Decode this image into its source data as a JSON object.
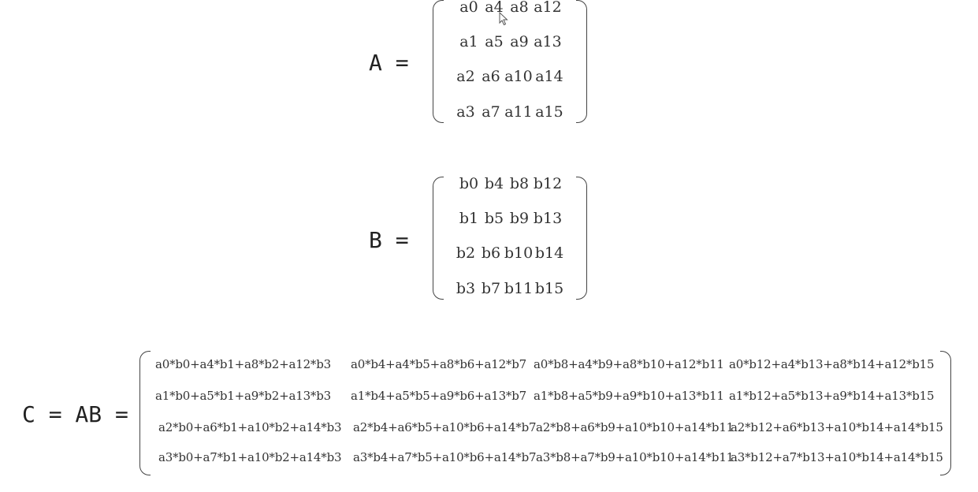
{
  "matrixA": {
    "label": "A =",
    "rows": [
      [
        "a0",
        "a4",
        "a8",
        "a12"
      ],
      [
        "a1",
        "a5",
        "a9",
        "a13"
      ],
      [
        "a2",
        "a6",
        "a10",
        "a14"
      ],
      [
        "a3",
        "a7",
        "a11",
        "a15"
      ]
    ]
  },
  "matrixB": {
    "label": "B =",
    "rows": [
      [
        "b0",
        "b4",
        "b8",
        "b12"
      ],
      [
        "b1",
        "b5",
        "b9",
        "b13"
      ],
      [
        "b2",
        "b6",
        "b10",
        "b14"
      ],
      [
        "b3",
        "b7",
        "b11",
        "b15"
      ]
    ]
  },
  "matrixC": {
    "label": "C = AB =",
    "rows": [
      [
        "a0*b0+a4*b1+a8*b2+a12*b3",
        "a0*b4+a4*b5+a8*b6+a12*b7",
        "a0*b8+a4*b9+a8*b10+a12*b11",
        "a0*b12+a4*b13+a8*b14+a12*b15"
      ],
      [
        "a1*b0+a5*b1+a9*b2+a13*b3",
        "a1*b4+a5*b5+a9*b6+a13*b7",
        "a1*b8+a5*b9+a9*b10+a13*b11",
        "a1*b12+a5*b13+a9*b14+a13*b15"
      ],
      [
        "a2*b0+a6*b1+a10*b2+a14*b3",
        "a2*b4+a6*b5+a10*b6+a14*b7",
        "a2*b8+a6*b9+a10*b10+a14*b11",
        "a2*b12+a6*b13+a10*b14+a14*b15"
      ],
      [
        "a3*b0+a7*b1+a10*b2+a14*b3",
        "a3*b4+a7*b5+a10*b6+a14*b7",
        "a3*b8+a7*b9+a10*b10+a14*b11",
        "a3*b12+a7*b13+a10*b14+a14*b15"
      ]
    ]
  }
}
